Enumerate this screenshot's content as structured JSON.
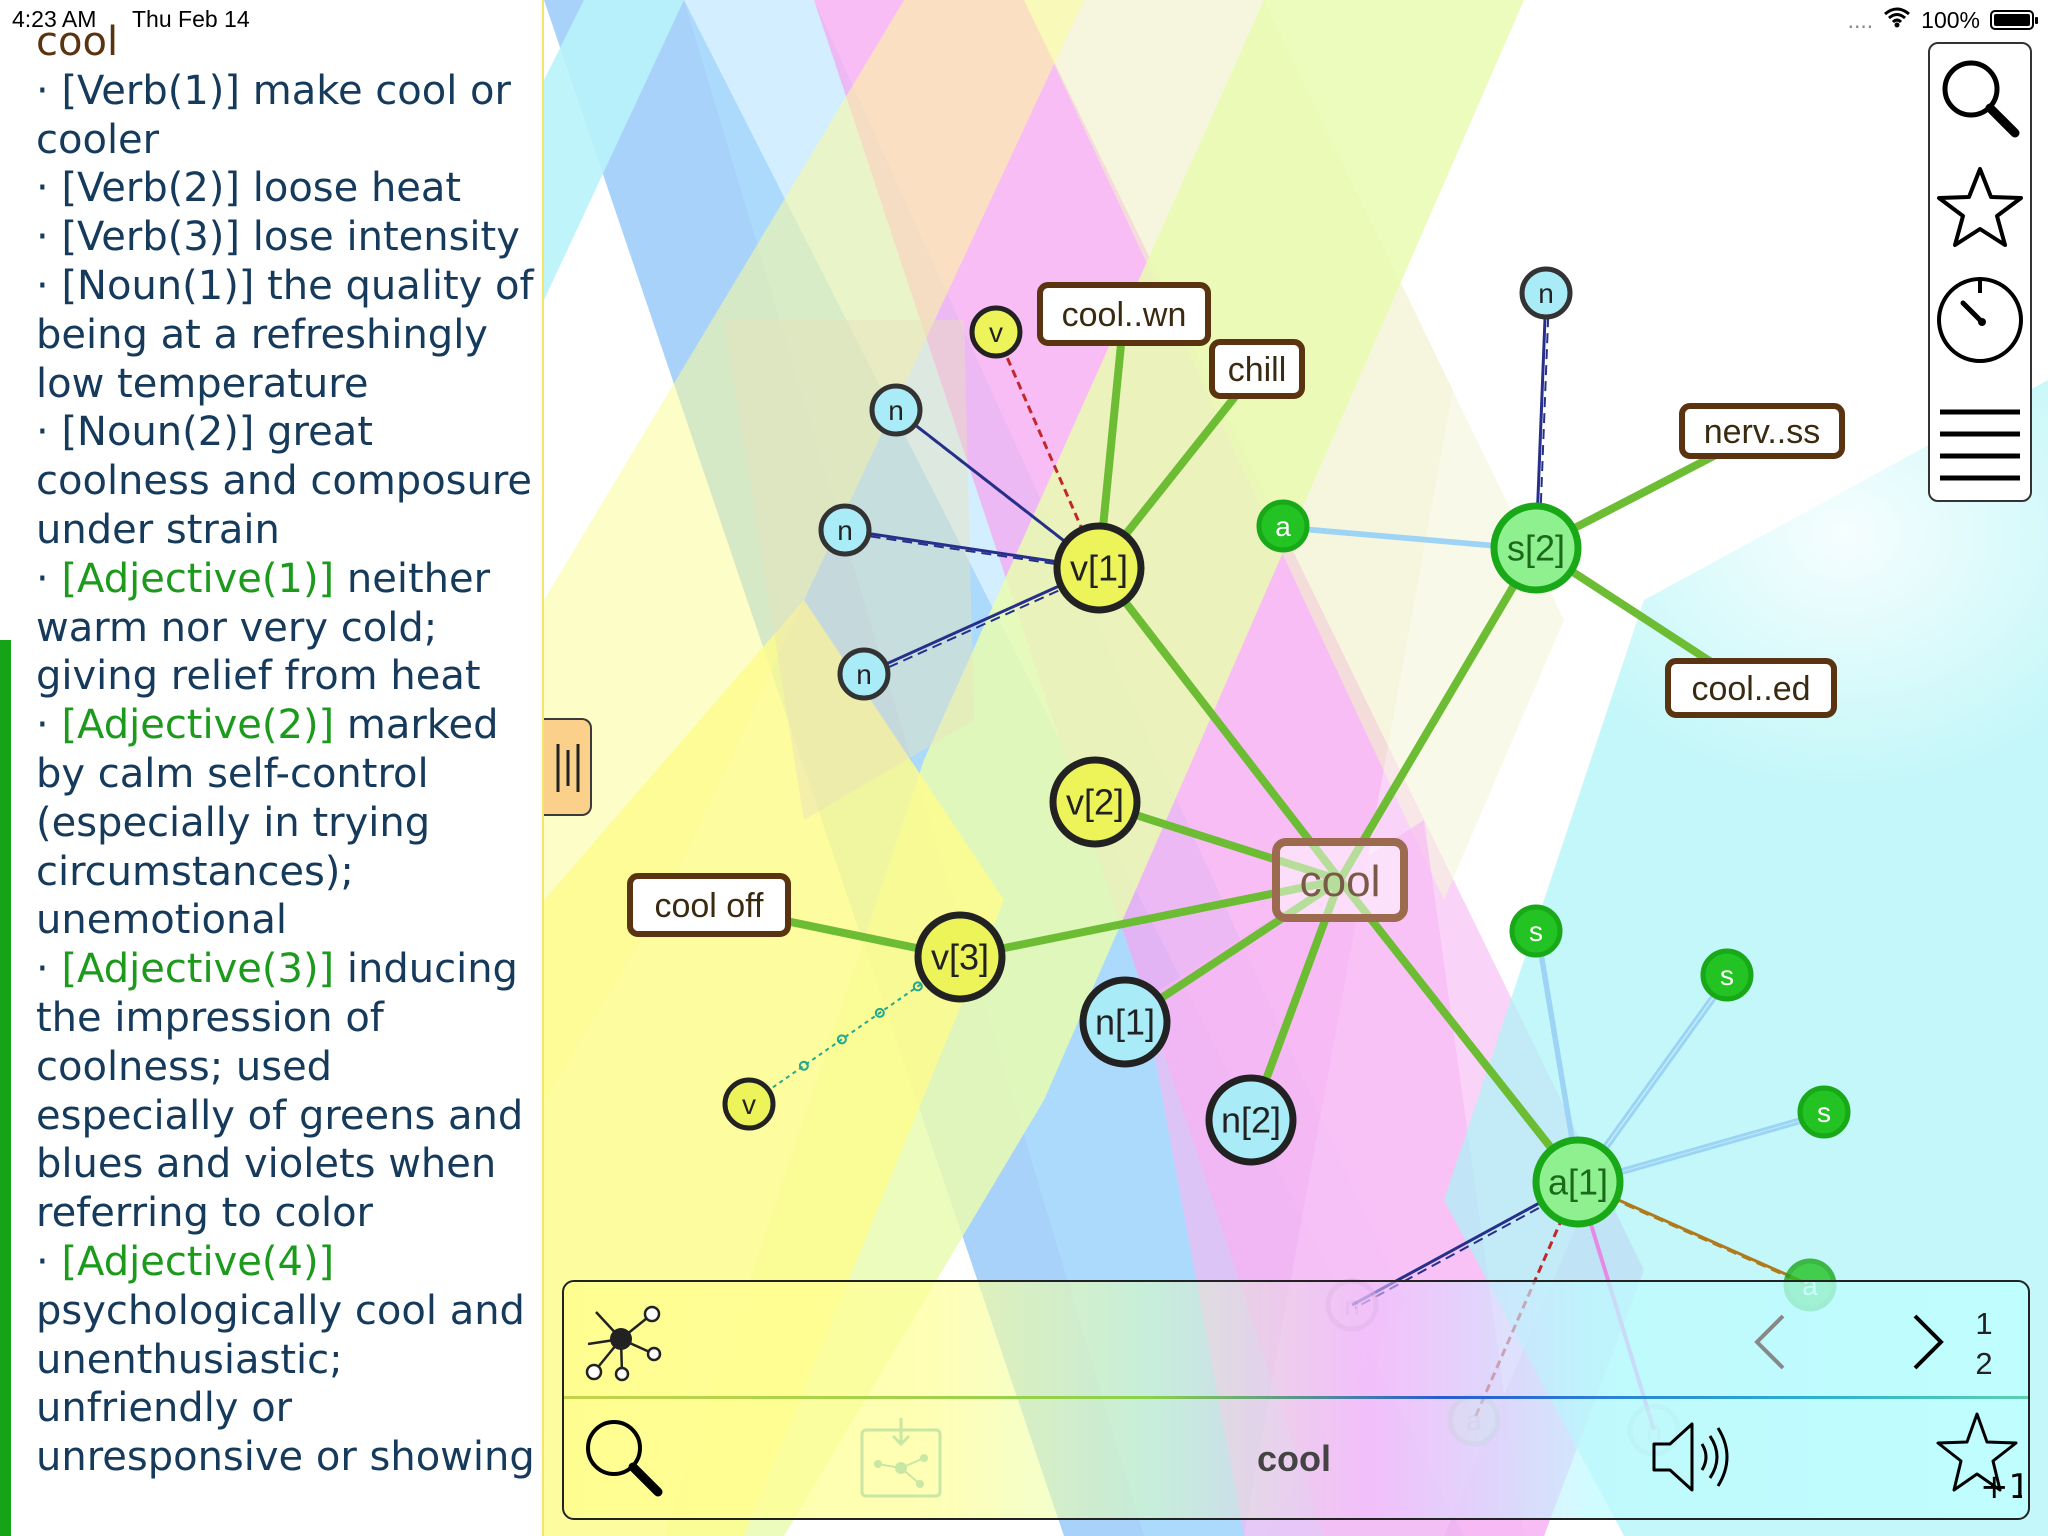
{
  "status_bar": {
    "time": "4:23 AM",
    "date": "Thu Feb 14",
    "signal": "....",
    "battery_percent": "100%",
    "battery_level": 1.0
  },
  "definition_panel": {
    "word": "cool",
    "senses": [
      {
        "pos": "[Verb(1)]",
        "pos_type": "verb",
        "text": "make cool or cooler"
      },
      {
        "pos": "[Verb(2)]",
        "pos_type": "verb",
        "text": "loose heat"
      },
      {
        "pos": "[Verb(3)]",
        "pos_type": "verb",
        "text": "lose intensity"
      },
      {
        "pos": "[Noun(1)]",
        "pos_type": "noun",
        "text": "the quality of being at a refreshingly low temperature"
      },
      {
        "pos": "[Noun(2)]",
        "pos_type": "noun",
        "text": "great coolness and composure under strain"
      },
      {
        "pos": "[Adjective(1)]",
        "pos_type": "adj",
        "text": "neither warm nor very cold; giving relief from heat"
      },
      {
        "pos": "[Adjective(2)]",
        "pos_type": "adj",
        "text": "marked by calm self-control (especially in trying circumstances); unemotional"
      },
      {
        "pos": "[Adjective(3)]",
        "pos_type": "adj",
        "text": "inducing the impression of coolness; used especially of greens and blues and violets when referring to color"
      },
      {
        "pos": "[Adjective(4)]",
        "pos_type": "adj",
        "text": "psychologically cool and unenthusiastic; unfriendly or unresponsive or showing"
      }
    ],
    "colors": {
      "word": "#5a3410",
      "verb_noun": "#153a5c",
      "adjective": "#1c9a1c"
    }
  },
  "graph": {
    "center": "cool",
    "nodes": {
      "center": "cool",
      "v1": "v[1]",
      "v2": "v[2]",
      "v3": "v[3]",
      "n1": "n[1]",
      "n2": "n[2]",
      "s2": "s[2]",
      "a1": "a[1]",
      "cool_wn": "cool..wn",
      "chill": "chill",
      "nervss": "nerv..ss",
      "cooled": "cool..ed",
      "cool_off": "cool off",
      "small_v": "v",
      "small_n": "n",
      "small_a": "a",
      "small_s": "s"
    },
    "colors": {
      "verb": "#ecf45a",
      "noun": "#a9ecf7",
      "adj": "#8ef08e",
      "adj_border": "#18a818",
      "word_border": "#5a3410",
      "edge": "#6cbd34"
    }
  },
  "right_toolbar": {
    "items": [
      "search-icon",
      "star-icon",
      "timer-icon",
      "menu-icon"
    ]
  },
  "bottom_panel": {
    "current_word": "cool",
    "page_current": "1",
    "page_total": "2",
    "icons": [
      "graph-icon",
      "chevron-left-icon",
      "chevron-right-icon",
      "search-icon",
      "import-graph-icon",
      "speaker-icon",
      "star-plus-icon"
    ]
  }
}
